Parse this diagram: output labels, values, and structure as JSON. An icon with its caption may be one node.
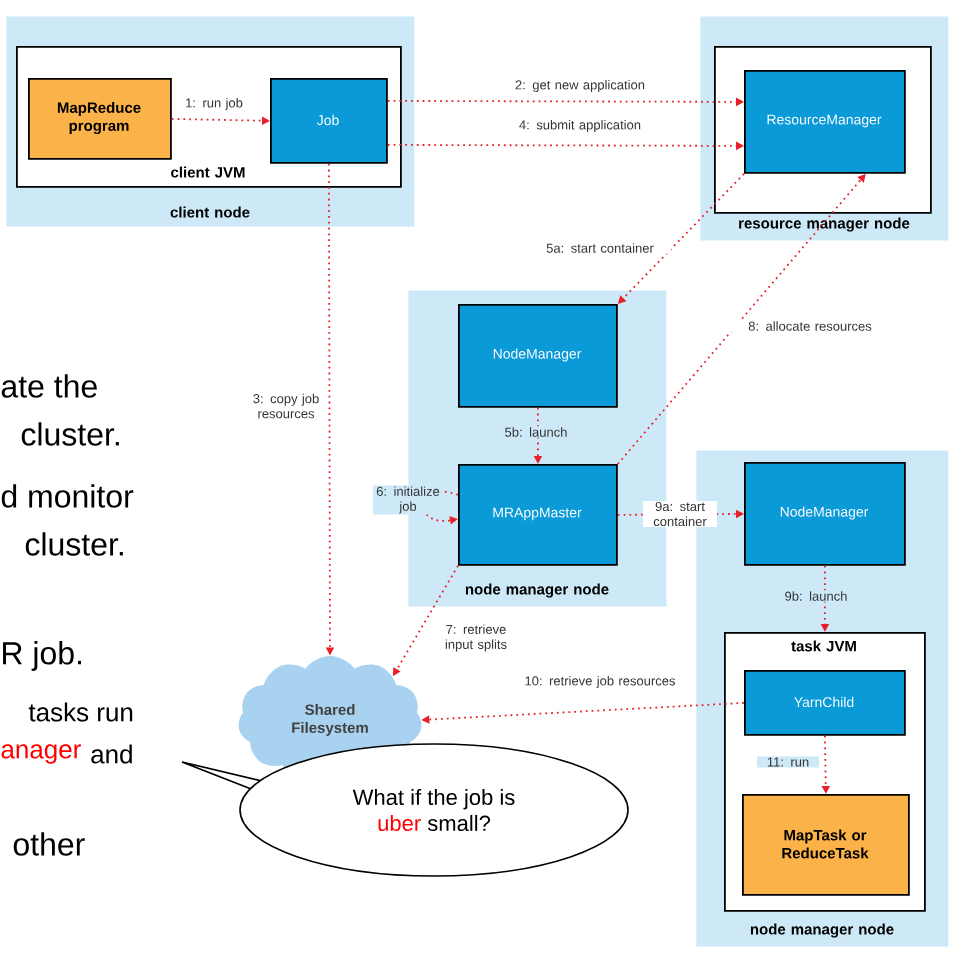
{
  "diagram": {
    "nodes": [
      {
        "text": [
          "client node"
        ]
      },
      {
        "text": [
          "client JVM"
        ],
        "in": 0
      },
      {
        "text": [
          "MapReduce program"
        ],
        "in": 1
      },
      {
        "text": [
          "Job"
        ],
        "in": 1
      },
      {
        "text": [
          "resource manager node"
        ]
      },
      {
        "text": [],
        "shape": "box",
        "in": 4
      },
      {
        "text": [
          "ResourceManager"
        ],
        "in": 5
      },
      {
        "text": [
          "node manager node"
        ]
      },
      {
        "text": [
          "NodeManager"
        ],
        "in": 7
      },
      {
        "text": [
          "MRAppMaster"
        ],
        "in": 7
      },
      {
        "text": [
          "node manager node"
        ]
      },
      {
        "text": [
          "NodeManager"
        ],
        "in": 10
      },
      {
        "text": [
          "task JVM"
        ],
        "in": 10
      },
      {
        "text": [
          "YarnChild"
        ],
        "in": 12
      },
      {
        "text": [
          "MapTask or ReduceTask"
        ],
        "in": 12
      },
      {
        "text": [
          "Shared Filesystem"
        ]
      },
      {
        "text": [
          "What if the job is",
          "uber",
          "small?"
        ]
      }
    ],
    "edges": [
      {
        "from": 2,
        "to": 3,
        "arrow": "to",
        "label": "1: run job",
        "style": "dashed"
      },
      {
        "from": 3,
        "to": 6,
        "arrow": "to",
        "label": "2: get new application",
        "style": "dashed"
      },
      {
        "from": 3,
        "to": 15,
        "arrow": "to",
        "label": "3: copy job resources",
        "style": "dashed"
      },
      {
        "from": 3,
        "to": 6,
        "arrow": "to",
        "label": "4: submit application",
        "style": "dashed"
      },
      {
        "from": 6,
        "to": 8,
        "arrow": "to",
        "label": "5a: start container",
        "style": "dashed"
      },
      {
        "from": 8,
        "to": 9,
        "arrow": "to",
        "label": "5b: launch",
        "style": "dashed"
      },
      {
        "from": 9,
        "to": 9,
        "arrow": "to",
        "label": "6: initialize job",
        "style": "dashed"
      },
      {
        "from": 9,
        "to": 15,
        "arrow": "to",
        "label": "7: retrieve input splits",
        "style": "dashed"
      },
      {
        "from": 9,
        "to": 6,
        "arrow": "to",
        "label": "8: allocate resources",
        "style": "dashed"
      },
      {
        "from": 9,
        "to": 11,
        "arrow": "to",
        "label": "9a: start container",
        "style": "dashed"
      },
      {
        "from": 11,
        "to": 12,
        "arrow": "to",
        "label": "9b: launch",
        "style": "dashed"
      },
      {
        "from": 13,
        "to": 15,
        "arrow": "to",
        "label": "10: retrieve job resources",
        "style": "dashed"
      },
      {
        "from": 13,
        "to": 14,
        "arrow": "to",
        "label": "11: run",
        "style": "dashed"
      }
    ],
    "labels": [
      "ate the",
      "cluster.",
      "d monitor",
      "cluster.",
      "R job.",
      "tasks run",
      "anager",
      "and",
      "other"
    ]
  }
}
